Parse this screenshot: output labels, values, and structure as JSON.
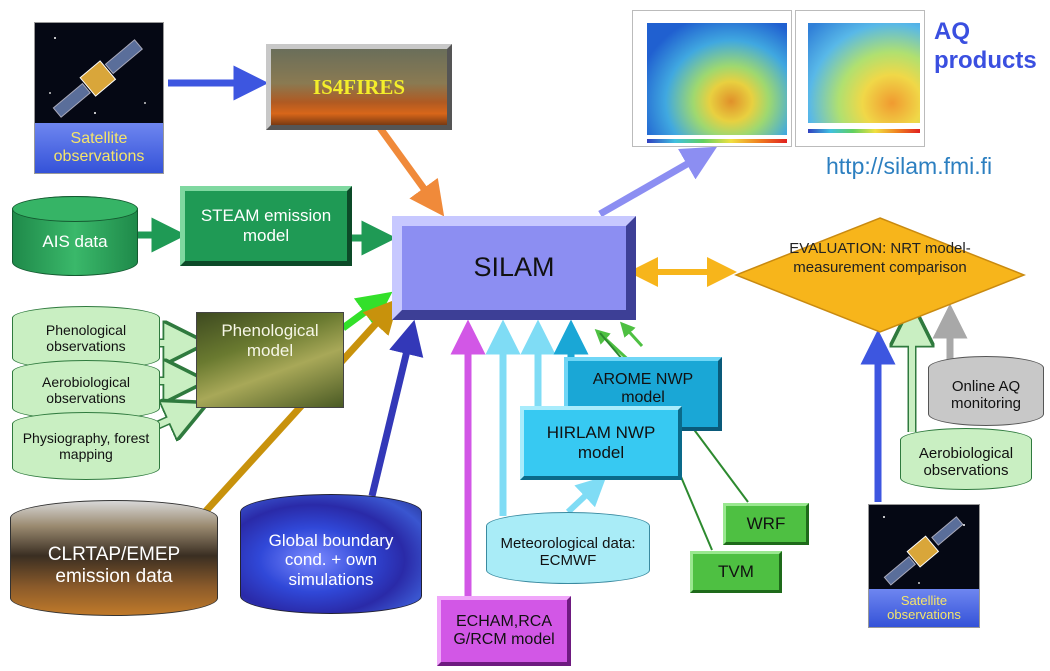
{
  "colors": {
    "silam": "#8c8ef2",
    "steam": "#1f9a55",
    "ais": "#2aa65c",
    "pheno_db": "#c9efc2",
    "evaluation": "#f7b51b",
    "arome": "#1aa7d6",
    "hirlam": "#37c9f2",
    "wrf_tvm": "#4ec042",
    "echam": "#d257e6",
    "ecmwf": "#a9ecf7",
    "online_aq": "#c8c8c8",
    "aq_title": "#3a4fe0",
    "url": "#2c7fc0"
  },
  "satellite_top": {
    "label": "Satellite observations"
  },
  "is4fires": {
    "label": "IS4FIRES"
  },
  "aq_products": {
    "title": "AQ products",
    "url": "http://silam.fmi.fi"
  },
  "ais": {
    "label": "AIS data"
  },
  "steam": {
    "label": "STEAM emission model"
  },
  "silam": {
    "label": "SILAM"
  },
  "evaluation": {
    "label": "EVALUATION: NRT model-measurement comparison"
  },
  "pheno": {
    "db1": "Phenological observations",
    "db2": "Aerobiological observations",
    "db3": "Physiography, forest mapping",
    "model": "Phenological model"
  },
  "arome": {
    "label": "AROME NWP model"
  },
  "hirlam": {
    "label": "HIRLAM NWP model"
  },
  "wrf": {
    "label": "WRF"
  },
  "tvm": {
    "label": "TVM"
  },
  "ecmwf": {
    "label": "Meteorological data: ECMWF"
  },
  "echam": {
    "label": "ECHAM,RCA G/RCM model"
  },
  "clrtap": {
    "label": "CLRTAP/EMEP emission data"
  },
  "globe": {
    "label": "Global boundary cond. + own simulations"
  },
  "online_aq": {
    "label": "Online AQ monitoring"
  },
  "aerobio_right": {
    "label": "Aerobiological observations"
  },
  "satellite_bottom": {
    "label": "Satellite observations"
  }
}
